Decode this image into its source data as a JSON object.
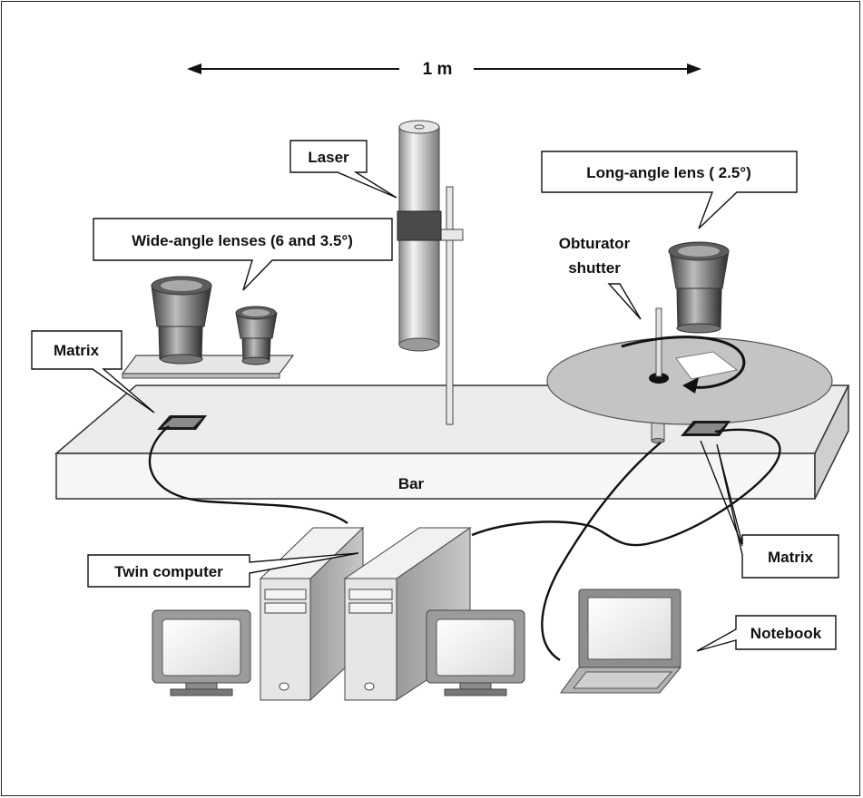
{
  "scale": {
    "label": "1 m"
  },
  "labels": {
    "laser": "Laser",
    "long_angle_lens": "Long-angle lens ( 2.5°)",
    "wide_angle_lenses": "Wide-angle lenses (6 and 3.5°)",
    "obturator_shutter_line1": "Obturator",
    "obturator_shutter_line2": "shutter",
    "matrix_left": "Matrix",
    "matrix_right": "Matrix",
    "bar": "Bar",
    "twin_computer": "Twin computer",
    "notebook": "Notebook"
  }
}
